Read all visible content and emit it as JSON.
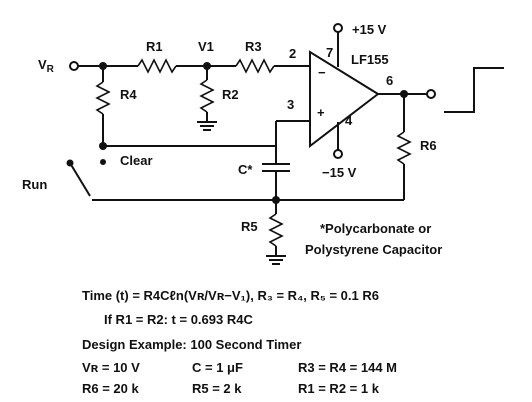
{
  "inputs": {
    "vr": "V",
    "vr_sub": "R"
  },
  "nodes": {
    "v1": "V1"
  },
  "resistors": {
    "r1": "R1",
    "r2": "R2",
    "r3": "R3",
    "r4": "R4",
    "r5": "R5",
    "r6": "R6"
  },
  "opamp": {
    "part": "LF155",
    "supply_pos": "+15 V",
    "supply_neg": "−15 V",
    "pin_inv": "2",
    "pin_noninv": "3",
    "pin_out": "6",
    "pin_vplus": "7",
    "pin_vminus": "4",
    "minus_sign": "−",
    "plus_sign": "+"
  },
  "switches": {
    "clear": "Clear",
    "run": "Run"
  },
  "capacitor": {
    "label": "C*"
  },
  "note": {
    "line1": "*Polycarbonate or",
    "line2": "Polystyrene Capacitor"
  },
  "equations": {
    "line1": "Time (t) = R4Cℓn(Vʀ/Vʀ−V₁), R₃ = R₄, R₅ = 0.1 R6",
    "line2": "If R1 = R2: t = 0.693 R4C",
    "line3": "Design Example: 100 Second Timer",
    "row1": [
      "Vʀ = 10 V",
      "C = 1 μF",
      "R3 = R4 = 144 M"
    ],
    "row2": [
      "R6 = 20 k",
      "R5 = 2 k",
      "R1 = R2 = 1 k"
    ]
  }
}
